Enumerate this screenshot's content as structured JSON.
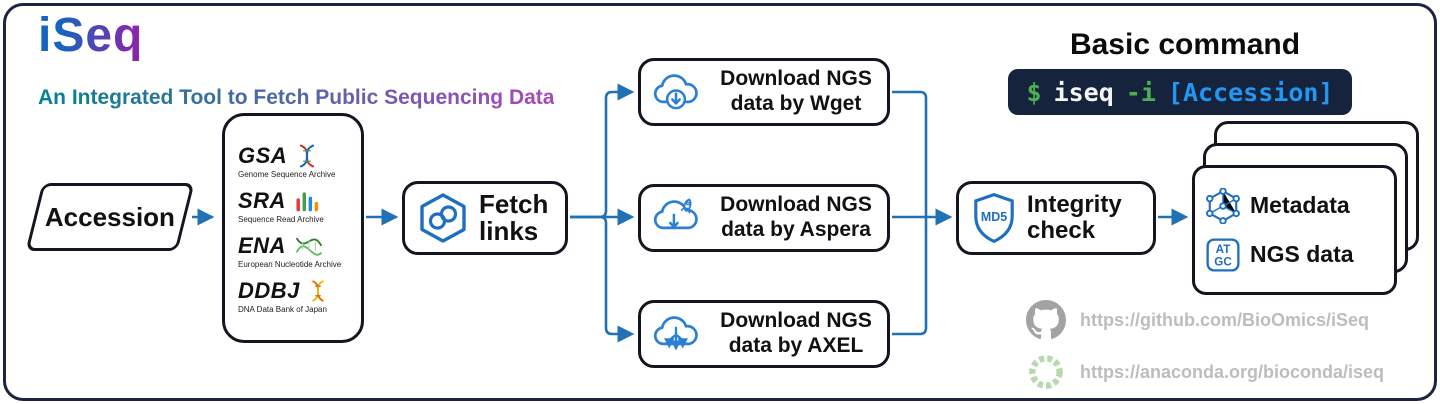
{
  "colors": {
    "frame": "#1c2442",
    "arrow_blue": "#2171b5",
    "icon_blue": "#2b7fd4",
    "logo_gradient_from": "#1565c0",
    "logo_gradient_to": "#8e24aa",
    "subtitle_gradient_from": "#00838f",
    "subtitle_gradient_to": "#ab47bc",
    "terminal_bg": "#16233d",
    "terminal_green": "#4caf50",
    "terminal_blue": "#2196f3",
    "link_gray": "#bdbdbd"
  },
  "header": {
    "logo": "iSeq",
    "subtitle": "An Integrated Tool to Fetch Public Sequencing Data"
  },
  "flow": {
    "accession_label": "Accession",
    "databases": [
      {
        "abbr": "GSA",
        "full": "Genome Sequence Archive"
      },
      {
        "abbr": "SRA",
        "full": "Sequence Read Archive"
      },
      {
        "abbr": "ENA",
        "full": "European Nucleotide Archive"
      },
      {
        "abbr": "DDBJ",
        "full": "DNA Data Bank of Japan"
      }
    ],
    "fetch_label": "Fetch links",
    "downloads": [
      {
        "line1": "Download NGS",
        "line2": "data by Wget"
      },
      {
        "line1": "Download NGS",
        "line2": "data by Aspera"
      },
      {
        "line1": "Download NGS",
        "line2": "data by AXEL"
      }
    ],
    "integrity": {
      "line1": "Integrity",
      "line2": "check",
      "badge": "MD5"
    },
    "outputs": {
      "metadata_label": "Metadata",
      "ngs_label": "NGS data",
      "atgc_top": "AT",
      "atgc_bottom": "GC"
    }
  },
  "command": {
    "title": "Basic command",
    "parts": [
      {
        "text": "$"
      },
      {
        "text": "iseq"
      },
      {
        "text": "-i"
      },
      {
        "text": "[Accession]"
      }
    ]
  },
  "links": [
    {
      "name": "github",
      "url": "https://github.com/BioOmics/iSeq"
    },
    {
      "name": "anaconda",
      "url": "https://anaconda.org/bioconda/iseq"
    }
  ]
}
